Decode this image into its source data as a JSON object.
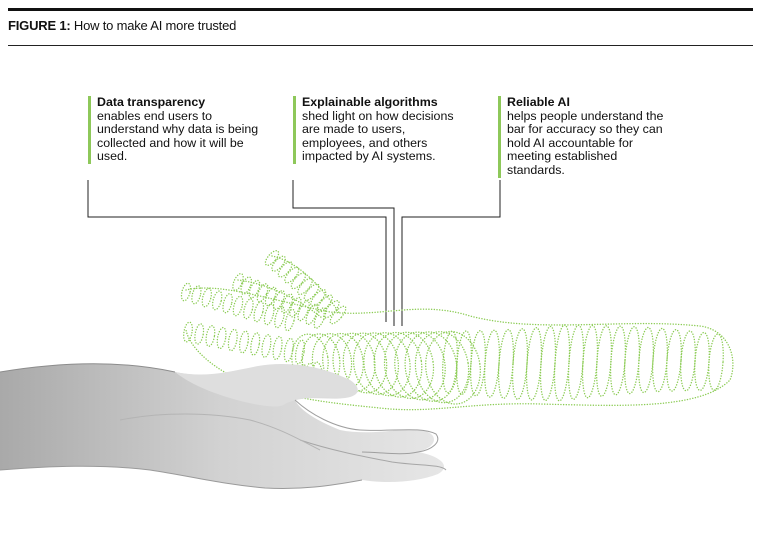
{
  "figure": {
    "label": "FIGURE 1:",
    "title": "How to make AI more trusted"
  },
  "callouts": [
    {
      "title": "Data transparency",
      "body": "enables end users to understand why data is being collected and how it will be used."
    },
    {
      "title": "Explainable algorithms",
      "body": "shed light on how decisions are made to users, employees, and others impacted by AI systems."
    },
    {
      "title": "Reliable AI",
      "body": "helps people understand the bar for accuracy so they can hold AI accountable for meeting established standards."
    }
  ],
  "colors": {
    "accent": "#8ec85a",
    "dots": "#8ccc55",
    "lines": "#222222",
    "hand": "#cfcfcf"
  }
}
